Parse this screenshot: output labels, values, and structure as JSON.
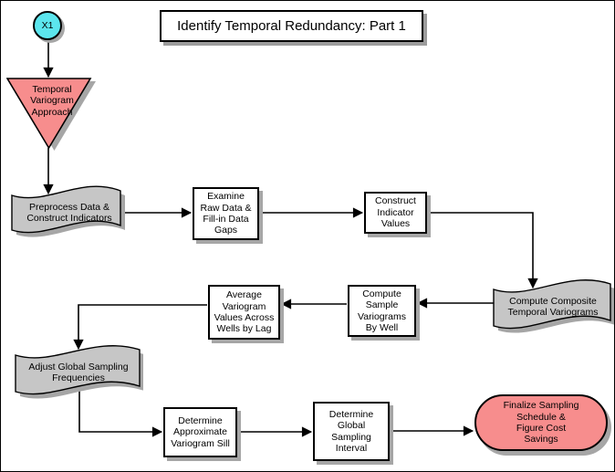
{
  "title": "Identify Temporal Redundancy: Part 1",
  "colors": {
    "start_fill": "#5ce6ee",
    "accent_fill": "#f78d8d",
    "tape_fill": "#c6c6c6",
    "process_fill": "#ffffff",
    "shadow": "#a6a6a6",
    "line": "#000000"
  },
  "nodes": {
    "start": {
      "label": "X1",
      "shape": "circle"
    },
    "approach": {
      "label": "Temporal\nVariogram\nApproach",
      "shape": "triangle-down"
    },
    "preprocess": {
      "label": "Preprocess Data &\nConstruct Indicators",
      "shape": "tape"
    },
    "examine": {
      "label": "Examine\nRaw Data &\nFill-in Data\nGaps",
      "shape": "process"
    },
    "construct": {
      "label": "Construct\nIndicator\nValues",
      "shape": "process"
    },
    "composite": {
      "label": "Compute Composite\nTemporal Variograms",
      "shape": "tape"
    },
    "sample": {
      "label": "Compute\nSample\nVariograms\nBy Well",
      "shape": "process"
    },
    "average": {
      "label": "Average\nVariogram\nValues Across\nWells by Lag",
      "shape": "process"
    },
    "adjust": {
      "label": "Adjust Global Sampling\nFrequencies",
      "shape": "tape"
    },
    "sill": {
      "label": "Determine\nApproximate\nVariogram Sill",
      "shape": "process"
    },
    "interval": {
      "label": "Determine\nGlobal\nSampling\nInterval",
      "shape": "process"
    },
    "finalize": {
      "label": "Finalize Sampling\nSchedule &\nFigure Cost\nSavings",
      "shape": "terminator"
    }
  }
}
